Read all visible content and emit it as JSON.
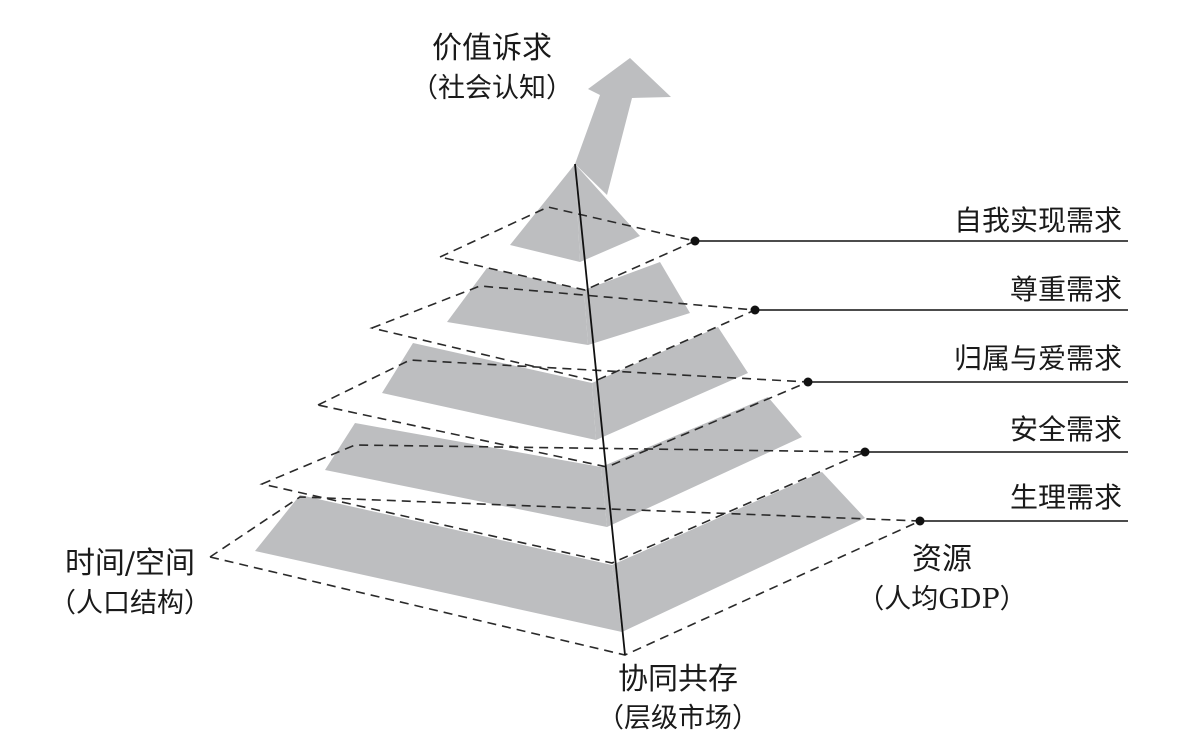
{
  "diagram": {
    "top_label": {
      "title": "价值诉求",
      "subtitle": "（社会认知）"
    },
    "left_label": {
      "title": "时间/空间",
      "subtitle": "（人口结构）"
    },
    "right_label": {
      "title": "资源",
      "subtitle": "（人均GDP）"
    },
    "bottom_label": {
      "title": "协同共存",
      "subtitle": "（层级市场）"
    },
    "levels": [
      {
        "name": "自我实现需求"
      },
      {
        "name": "尊重需求"
      },
      {
        "name": "归属与爱需求"
      },
      {
        "name": "安全需求"
      },
      {
        "name": "生理需求"
      }
    ],
    "colors": {
      "fill": "#bdbec0",
      "line": "#111111",
      "background": "#ffffff"
    }
  }
}
